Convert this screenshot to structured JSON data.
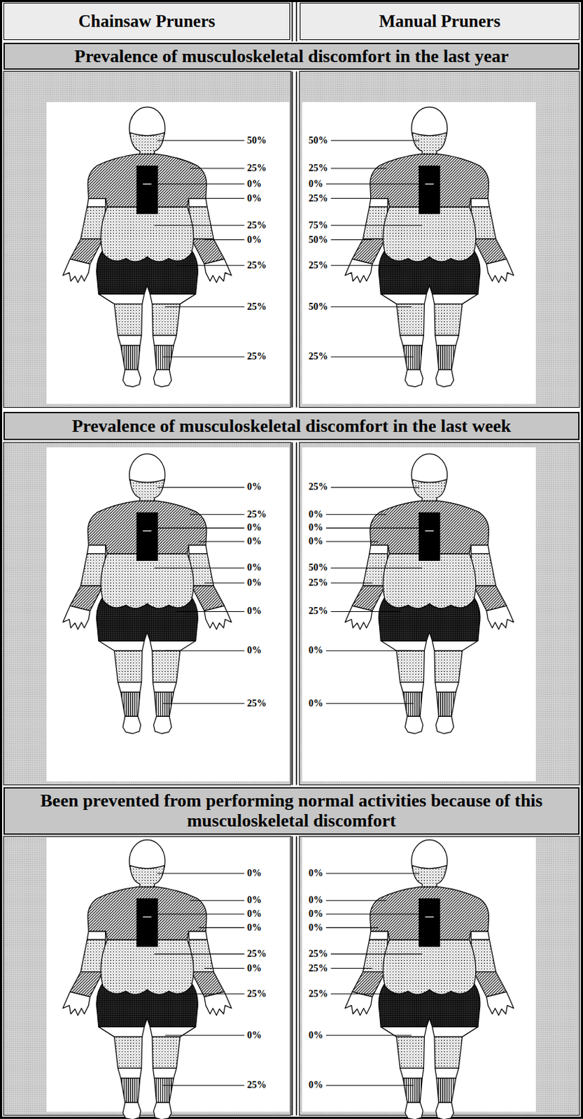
{
  "diagram": {
    "nodes": [
      {
        "text": [
          "Chainsaw Pruners"
        ]
      },
      {
        "text": [
          "Manual Pruners"
        ]
      },
      {
        "text": [
          "Prevalence of musculoskeletal discomfort in the last year"
        ]
      },
      {
        "text": [
          "Prevalence of musculoskeletal discomfort in the last week"
        ]
      },
      {
        "text": [
          "Been prevented from performing normal activities because of this musculoskeletal discomfort"
        ]
      }
    ],
    "labels": [
      "50%",
      "25%",
      "0%",
      "0%",
      "25%",
      "0%",
      "25%",
      "25%",
      "25%",
      "50%",
      "25%",
      "0%",
      "25%",
      "75%",
      "50%",
      "25%",
      "50%",
      "25%",
      "0%",
      "25%",
      "0%",
      "0%",
      "0%",
      "0%",
      "0%",
      "0%",
      "25%",
      "25%",
      "0%",
      "0%",
      "0%",
      "50%",
      "25%",
      "25%",
      "0%",
      "0%",
      "0%",
      "0%",
      "0%",
      "0%",
      "25%",
      "0%",
      "25%",
      "0%",
      "25%",
      "0%",
      "0%",
      "0%",
      "0%",
      "25%",
      "25%",
      "25%",
      "0%",
      "0%"
    ]
  }
}
